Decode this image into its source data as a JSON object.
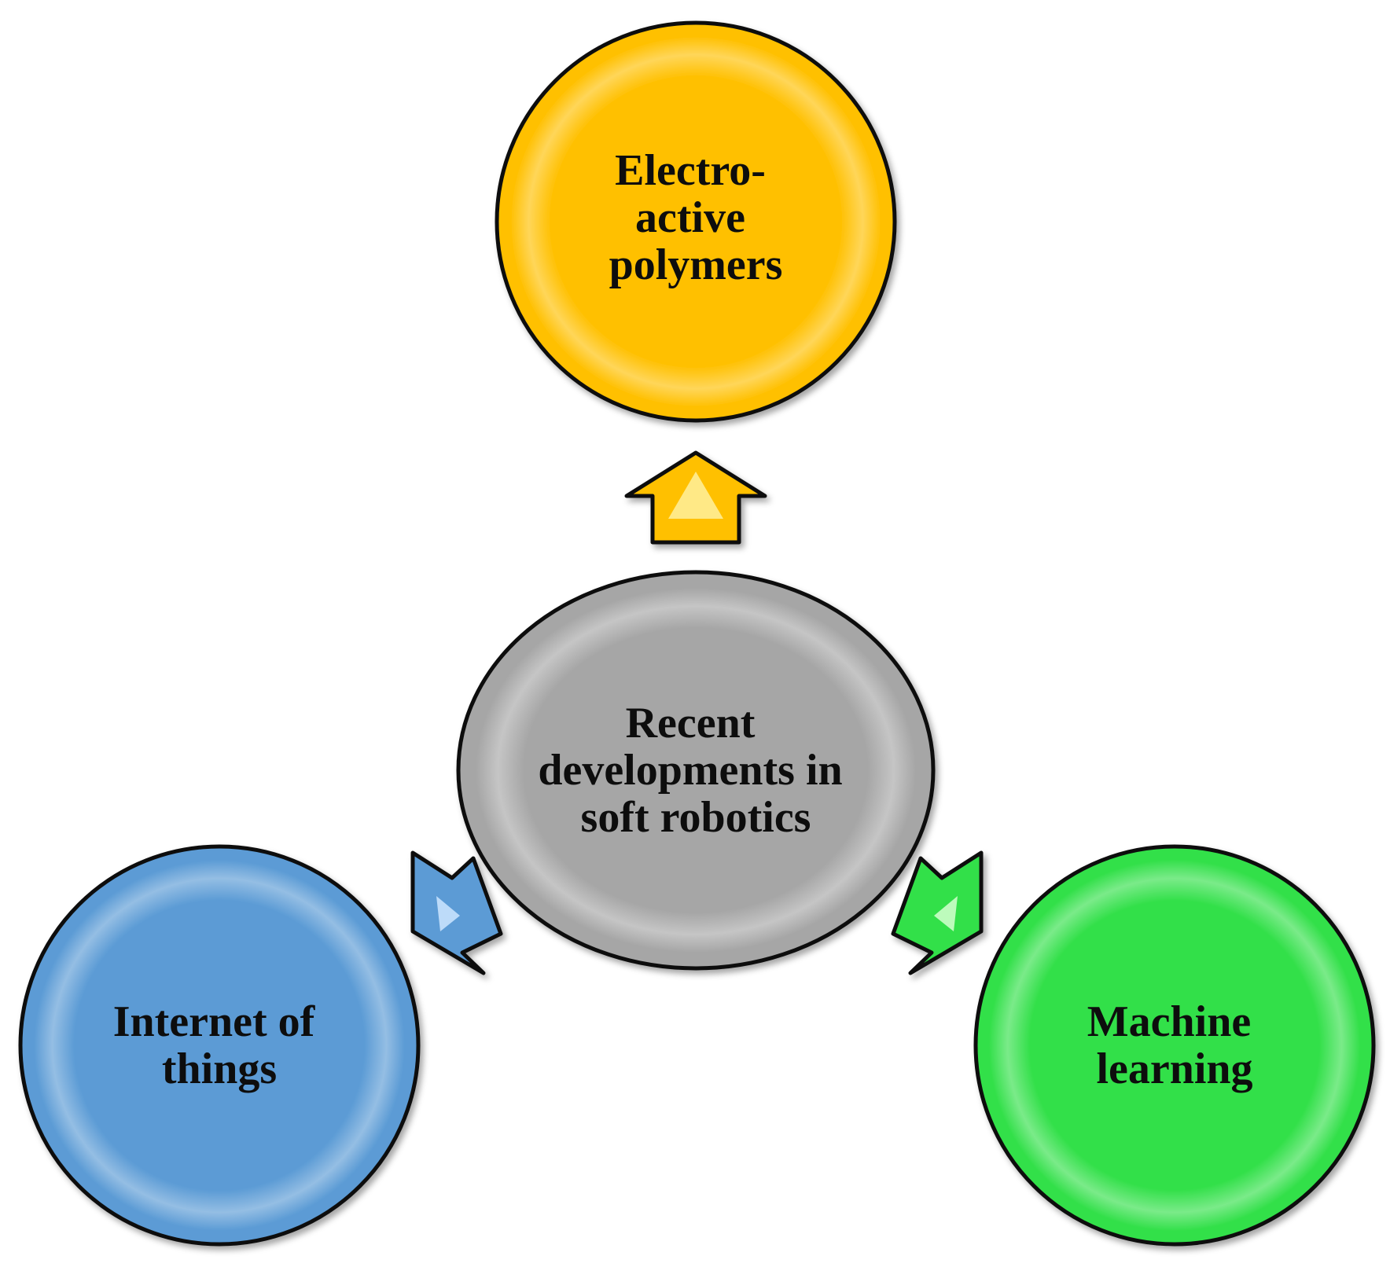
{
  "center": {
    "lines": [
      "Recent",
      "developments in",
      "soft robotics"
    ],
    "color": "#a6a6a6"
  },
  "nodes": [
    {
      "id": "electro-active-polymers",
      "lines": [
        "Electro-",
        "active",
        "polymers"
      ],
      "color": "#ffc000"
    },
    {
      "id": "internet-of-things",
      "lines": [
        "Internet of",
        "things"
      ],
      "color": "#5b9bd5"
    },
    {
      "id": "machine-learning",
      "lines": [
        "Machine",
        "learning"
      ],
      "color": "#33e04a"
    }
  ]
}
